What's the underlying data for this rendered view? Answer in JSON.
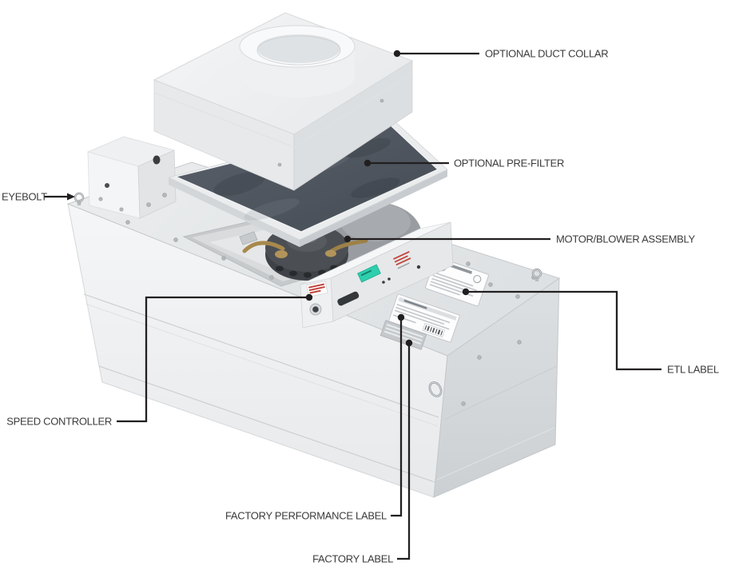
{
  "scene": {
    "background": "#ffffff",
    "line_color": "#221f20",
    "text_color": "#3b3b3d",
    "callouts": {
      "duct_collar": "OPTIONAL DUCT COLLAR",
      "pre_filter": "OPTIONAL PRE-FILTER",
      "eyebolt": "EYEBOLT",
      "motor_blower": "MOTOR/BLOWER ASSEMBLY",
      "etl": "ETL LABEL",
      "speed_controller": "SPEED CONTROLLER",
      "factory_performance": "FACTORY PERFORMANCE LABEL",
      "factory": "FACTORY LABEL"
    },
    "colors": {
      "filter_media": "#4f565e",
      "unit_body": "#eceeef",
      "controller_display": "#2ecfae",
      "warning_red": "#c2443a",
      "brass": "#a8894d",
      "blower_dark": "#3f4347"
    }
  }
}
